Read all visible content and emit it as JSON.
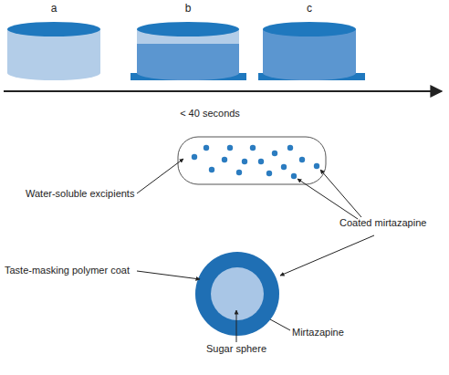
{
  "diagram": {
    "nodes": [
      {
        "text": [
          "a"
        ]
      },
      {
        "text": [
          "b"
        ]
      },
      {
        "text": [
          "c"
        ]
      }
    ],
    "labels": [
      "< 40 seconds",
      "Water-soluble excipients",
      "Coated mirtazapine",
      "Taste-masking polymer coat",
      "Sugar sphere",
      "Mirtazapine"
    ]
  }
}
